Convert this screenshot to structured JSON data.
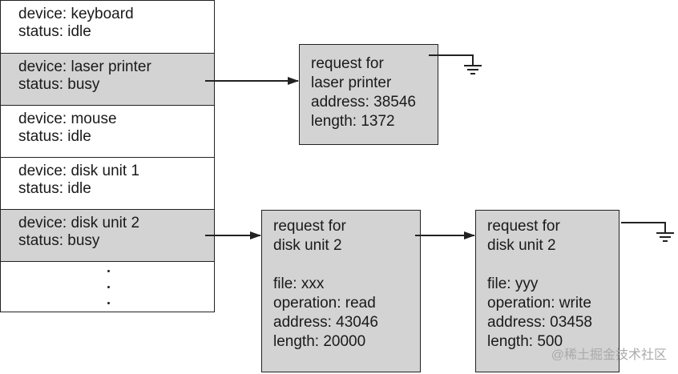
{
  "device_table": {
    "rows": [
      {
        "device": "device: keyboard",
        "status": "status:  idle",
        "busy": false
      },
      {
        "device": "device: laser printer",
        "status": "status:  busy",
        "busy": true
      },
      {
        "device": "device: mouse",
        "status": "status:  idle",
        "busy": false
      },
      {
        "device": "device: disk unit 1",
        "status": "status:  idle",
        "busy": false
      },
      {
        "device": "device: disk unit 2",
        "status": "status:  busy",
        "busy": true
      }
    ],
    "ellipsis": "..."
  },
  "requests": {
    "printer": {
      "line1": "request for",
      "line2": "laser printer",
      "line3": "address: 38546",
      "line4": "length: 1372"
    },
    "disk_a": {
      "line1": "request for",
      "line2": "disk unit 2",
      "line3": "",
      "line4": "file: xxx",
      "line5": "operation: read",
      "line6": "address: 43046",
      "line7": "length: 20000"
    },
    "disk_b": {
      "line1": "request for",
      "line2": "disk unit 2",
      "line3": "",
      "line4": "file: yyy",
      "line5": "operation: write",
      "line6": "address: 03458",
      "line7": "length: 500"
    }
  },
  "watermark": "@稀土掘金技术社区",
  "colors": {
    "busy_fill": "#d3d3d3",
    "request_fill": "#d3d3d3",
    "stroke": "#222222"
  }
}
